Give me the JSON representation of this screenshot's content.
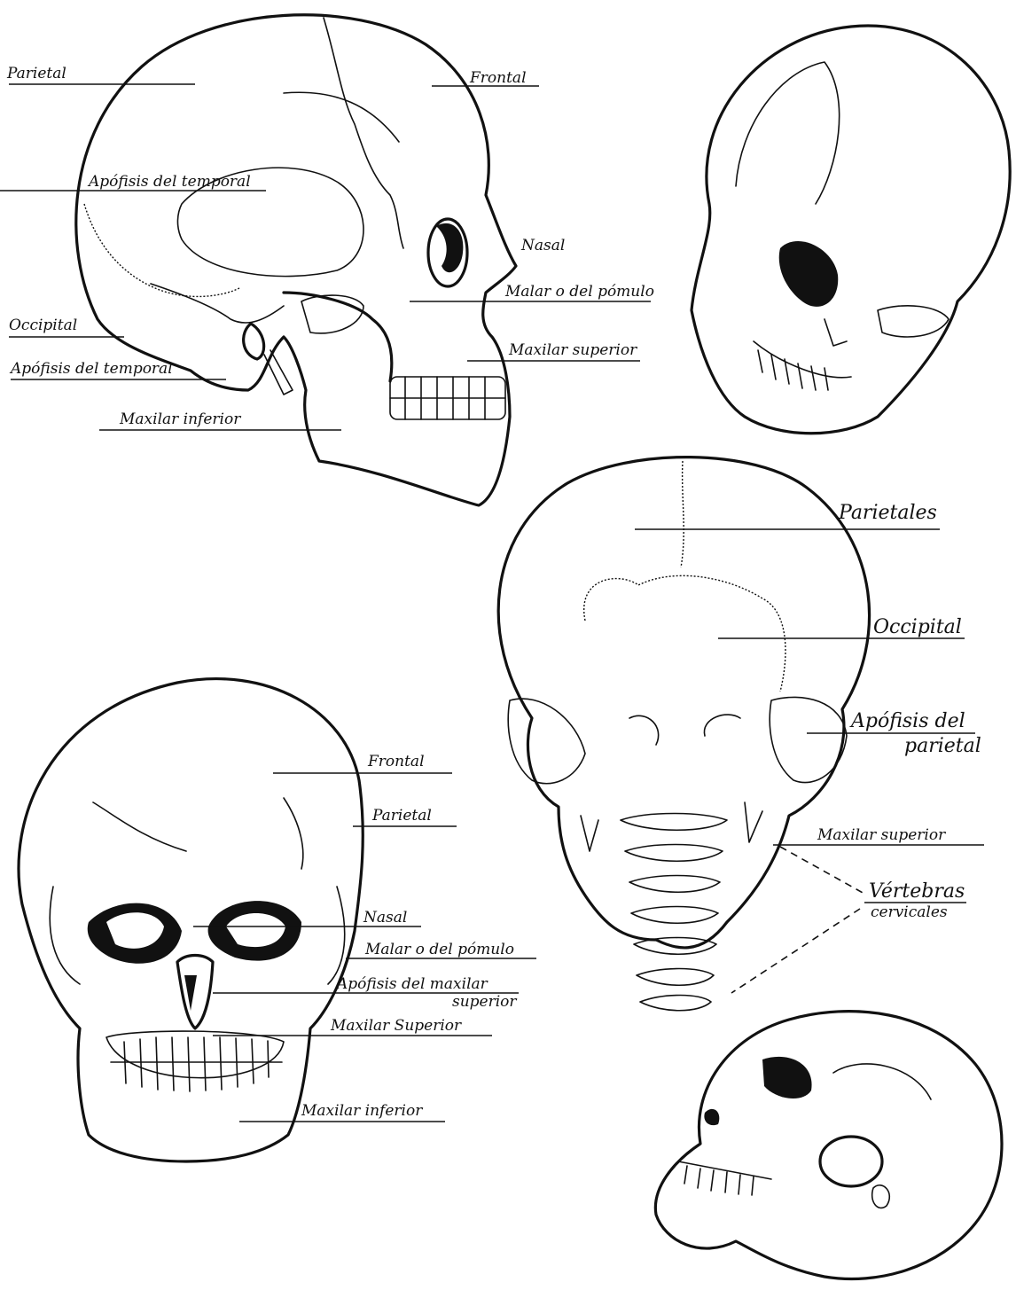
{
  "lateral_view": {
    "labels": {
      "parietal": "Parietal",
      "frontal": "Frontal",
      "apofisis_temporal_upper": "Apófisis del temporal",
      "nasal": "Nasal",
      "malar": "Malar o del pómulo",
      "occipital": "Occipital",
      "maxilar_superior": "Maxilar superior",
      "apofisis_temporal_lower": "Apófisis del temporal",
      "maxilar_inferior": "Maxilar inferior"
    }
  },
  "posterior_view": {
    "labels": {
      "parietales": "Parietales",
      "occipital": "Occipital",
      "apofisis_parietal_line1": "Apófisis del",
      "apofisis_parietal_line2": "parietal",
      "maxilar_superior": "Maxilar superior",
      "vertebras_line1": "Vértebras",
      "vertebras_line2": "cervicales"
    }
  },
  "frontal_view": {
    "labels": {
      "frontal": "Frontal",
      "parietal": "Parietal",
      "nasal": "Nasal",
      "malar": "Malar o del pómulo",
      "apofisis_maxilar_line1": "Apófisis del maxilar",
      "apofisis_maxilar_line2": "superior",
      "maxilar_superior": "Maxilar Superior",
      "maxilar_inferior": "Maxilar inferior"
    }
  }
}
